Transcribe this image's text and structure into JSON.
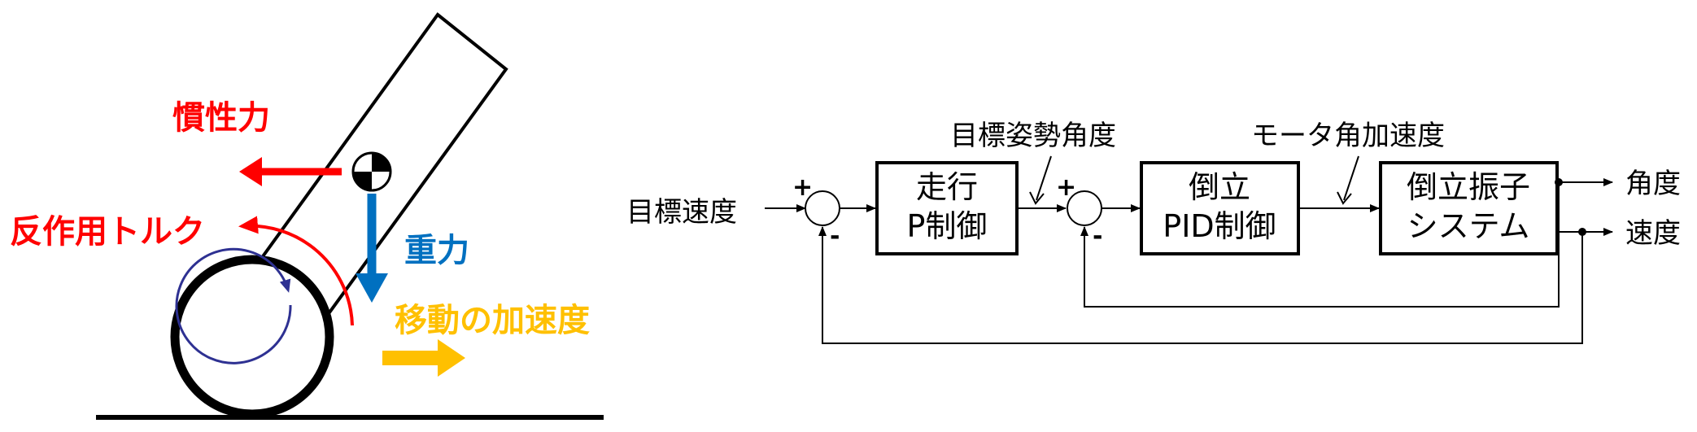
{
  "physical_diagram": {
    "inertial_force": "慣性力",
    "reaction_torque": "反作用トルク",
    "gravity": "重力",
    "movement_acceleration": "移動の加速度",
    "colors": {
      "red": "#ff0000",
      "blue": "#0070c0",
      "gold": "#ffc000",
      "navy": "#2e3192"
    }
  },
  "block_diagram": {
    "input_label": "目標速度",
    "target_attitude_label": "目標姿勢角度",
    "motor_accel_label": "モータ角加速度",
    "block1": {
      "line1": "走行",
      "line2": "P制御"
    },
    "block2": {
      "line1": "倒立",
      "line2": "PID制御"
    },
    "block3": {
      "line1": "倒立振子",
      "line2": "システム"
    },
    "output_angle": "角度",
    "output_speed": "速度",
    "sum1_plus": "+",
    "sum1_minus": "-",
    "sum2_plus": "+",
    "sum2_minus": "-"
  }
}
